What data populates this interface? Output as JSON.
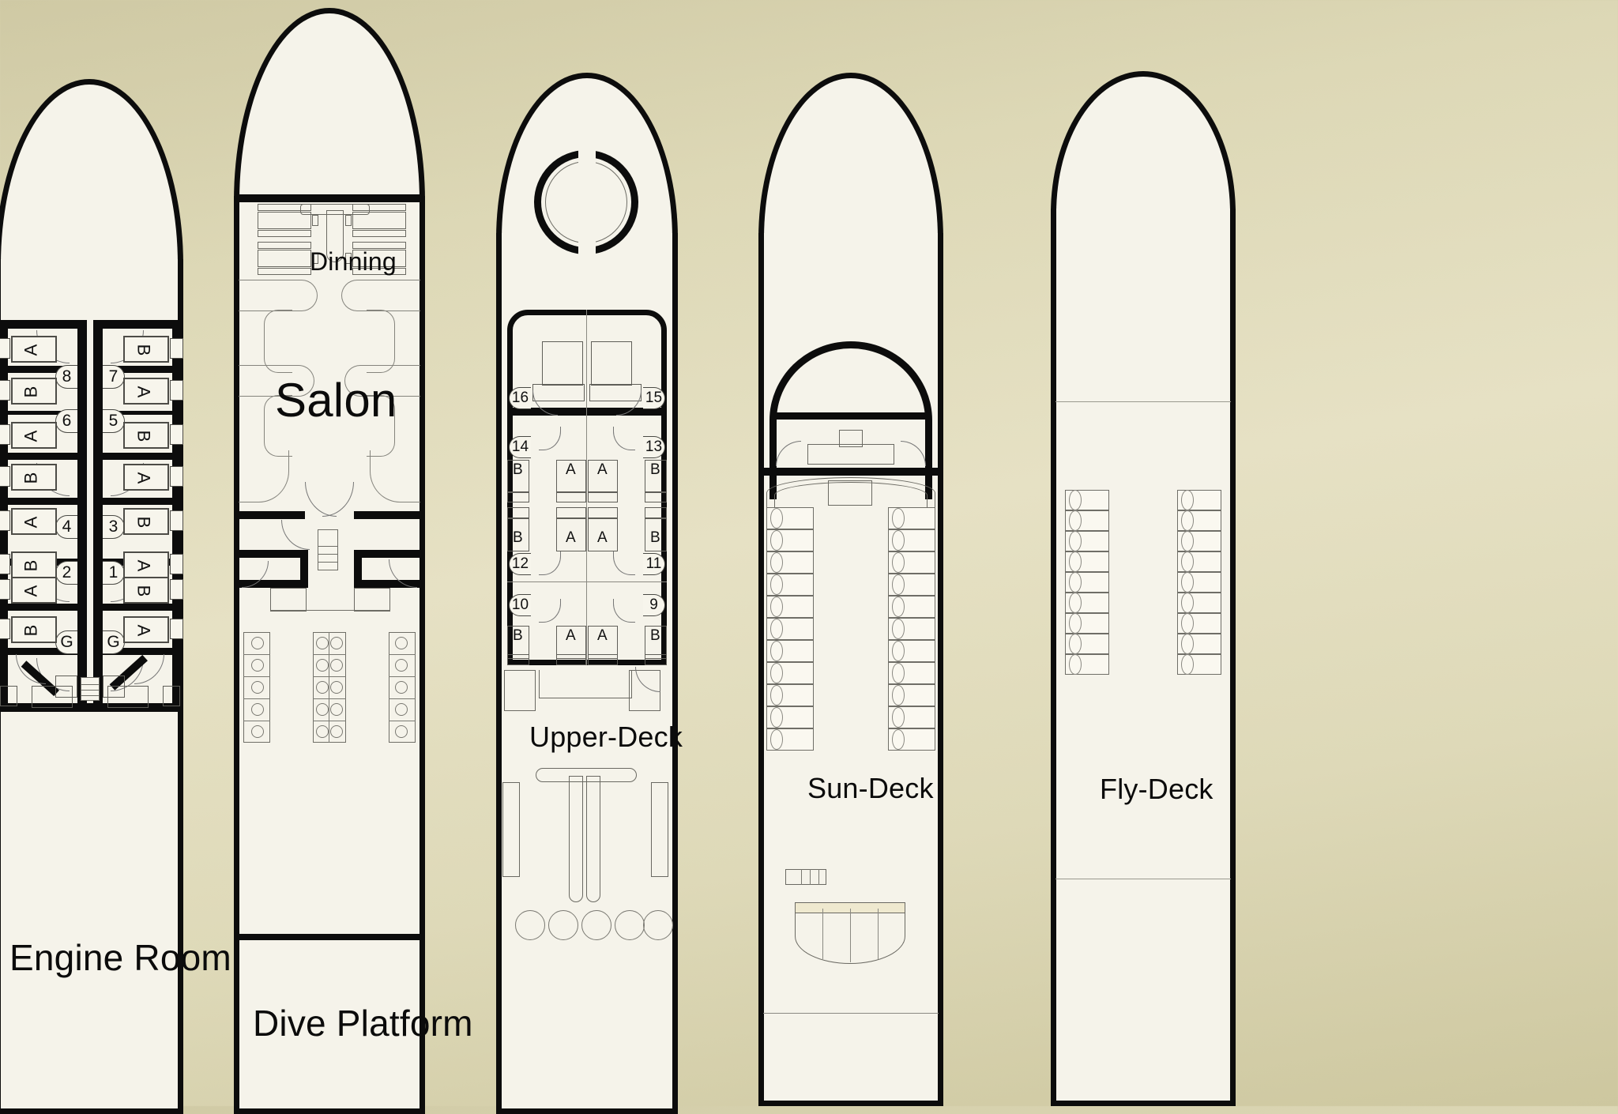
{
  "diagram": {
    "title": "Liveaboard Dive Vessel Deck Plans",
    "background_color": "#ddd8b6",
    "ink_color": "#0c0c0c",
    "paper_color": "#f5f3ea"
  },
  "decks": [
    {
      "id": "engine-room",
      "label": "Engine Room",
      "cabin_numbers": [
        "8",
        "7",
        "6",
        "5",
        "4",
        "3",
        "2",
        "1"
      ],
      "crew_cabin_labels": [
        "G",
        "G"
      ],
      "bed_labels_port": [
        "A",
        "B",
        "A",
        "B",
        "A",
        "B",
        "A",
        "B"
      ],
      "bed_labels_starboard": [
        "B",
        "A",
        "B",
        "A",
        "B",
        "A",
        "B",
        "A"
      ]
    },
    {
      "id": "salon-deck",
      "labels": {
        "dining": "Dinning",
        "salon": "Salon",
        "dive_platform": "Dive Platform"
      },
      "dining_tables": 4,
      "seats_per_table": 8
    },
    {
      "id": "upper-deck",
      "label": "Upper-Deck",
      "cabin_numbers": [
        "16",
        "15",
        "14",
        "13",
        "12",
        "11",
        "10",
        "9"
      ],
      "bed_labels_row1": [
        "B",
        "A",
        "A",
        "B"
      ],
      "bed_labels_row2": [
        "B",
        "A",
        "A",
        "B"
      ]
    },
    {
      "id": "sun-deck",
      "label": "Sun-Deck",
      "loungers_port": 11,
      "loungers_starboard": 11
    },
    {
      "id": "fly-deck",
      "label": "Fly-Deck",
      "loungers_port": 9,
      "loungers_starboard": 9
    }
  ]
}
